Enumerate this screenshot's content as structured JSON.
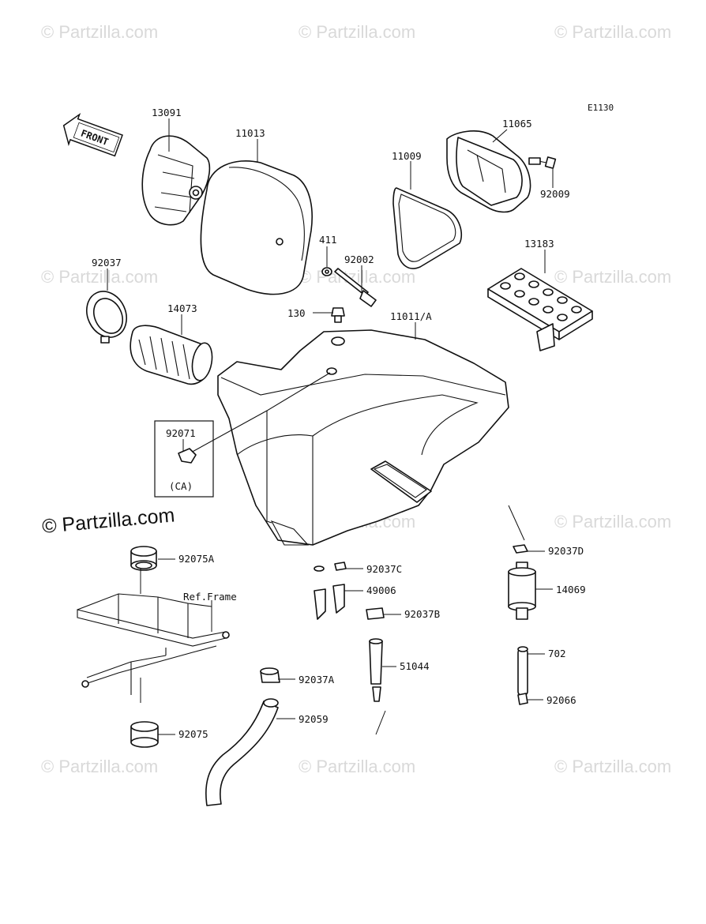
{
  "diagram_code": "E1130",
  "front_arrow": "FRONT",
  "watermark": "© Partzilla.com",
  "brand_logo": "© Partzilla.com",
  "ca_label": "(CA)",
  "ref_frame": "Ref.Frame",
  "parts": {
    "p13091": "13091",
    "p11013": "11013",
    "p11065": "11065",
    "p11009": "11009",
    "p92009": "92009",
    "p411": "411",
    "p92002": "92002",
    "p13183": "13183",
    "p92037": "92037",
    "p14073": "14073",
    "p130": "130",
    "p11011A": "11011/A",
    "p92071": "92071",
    "p92075A": "92075A",
    "p92037D": "92037D",
    "p92037C": "92037C",
    "p49006": "49006",
    "p14069": "14069",
    "p92037B": "92037B",
    "p702": "702",
    "p51044": "51044",
    "p92037A": "92037A",
    "p92066": "92066",
    "p92059": "92059",
    "p92075": "92075"
  }
}
